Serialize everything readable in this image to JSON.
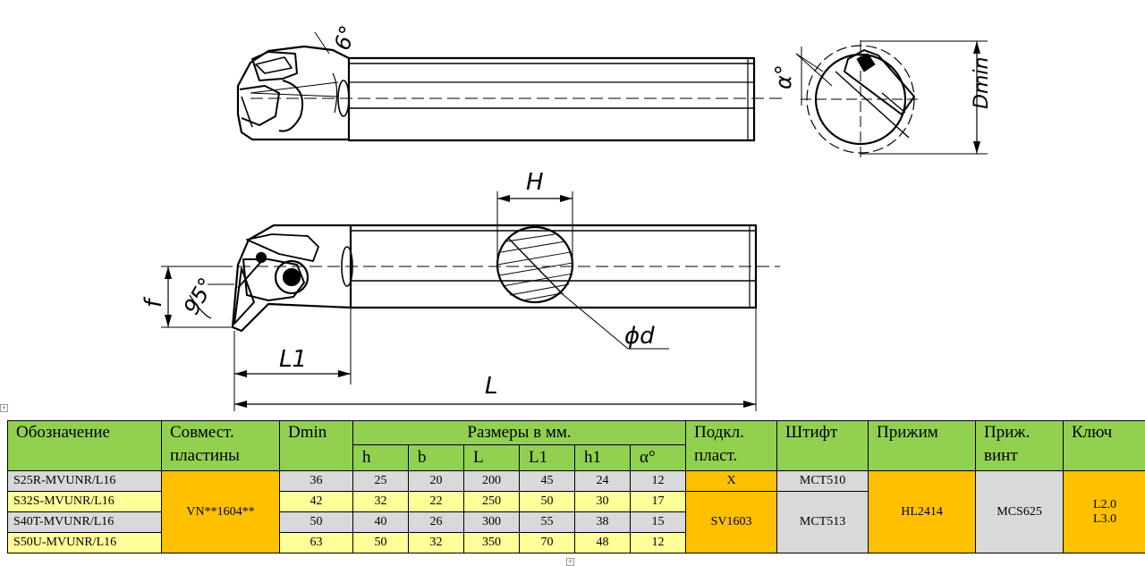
{
  "drawing": {
    "labels": {
      "angle_top": "6°",
      "angle_alpha": "α°",
      "dmin": "Dmin",
      "height_h": "H",
      "angle_95": "95°",
      "f": "f",
      "diameter": "ϕd",
      "l1": "L1",
      "l": "L"
    }
  },
  "table": {
    "headers": {
      "designation": "Обозначение",
      "compatible_line1": "Совмест.",
      "compatible_line2": "пластины",
      "dmin": "Dmin",
      "dimensions": "Размеры в мм.",
      "shim_line1": "Подкл.",
      "shim_line2": "пласт.",
      "pin": "Штифт",
      "clamp": "Прижим",
      "clamp_screw_line1": "Приж.",
      "clamp_screw_line2": "винт",
      "key": "Ключ"
    },
    "sub_headers": {
      "h": "h",
      "b": "b",
      "L": "L",
      "L1": "L1",
      "h1": "h1",
      "alpha": "α°"
    },
    "rows": [
      {
        "name": "S25R-MVUNR/L16",
        "dmin": "36",
        "h": "25",
        "b": "20",
        "L": "200",
        "L1": "45",
        "h1": "24",
        "alpha": "12"
      },
      {
        "name": "S32S-MVUNR/L16",
        "dmin": "42",
        "h": "32",
        "b": "22",
        "L": "250",
        "L1": "50",
        "h1": "30",
        "alpha": "17"
      },
      {
        "name": "S40T-MVUNR/L16",
        "dmin": "50",
        "h": "40",
        "b": "26",
        "L": "300",
        "L1": "55",
        "h1": "38",
        "alpha": "15"
      },
      {
        "name": "S50U-MVUNR/L16",
        "dmin": "63",
        "h": "50",
        "b": "32",
        "L": "350",
        "L1": "70",
        "h1": "48",
        "alpha": "12"
      }
    ],
    "merged": {
      "insert": "VN**1604**",
      "shim_first": "X",
      "shim_rest": "SV1603",
      "pin_first": "MCT510",
      "pin_rest": "MCT513",
      "clamp": "HL2414",
      "clamp_screw": "MCS625",
      "key_line1": "L2.0",
      "key_line2": "L3.0"
    },
    "colors": {
      "header_green": "#92d050",
      "gray": "#d9d9d9",
      "light_yellow": "#ffff99",
      "orange": "#ffc000"
    }
  }
}
